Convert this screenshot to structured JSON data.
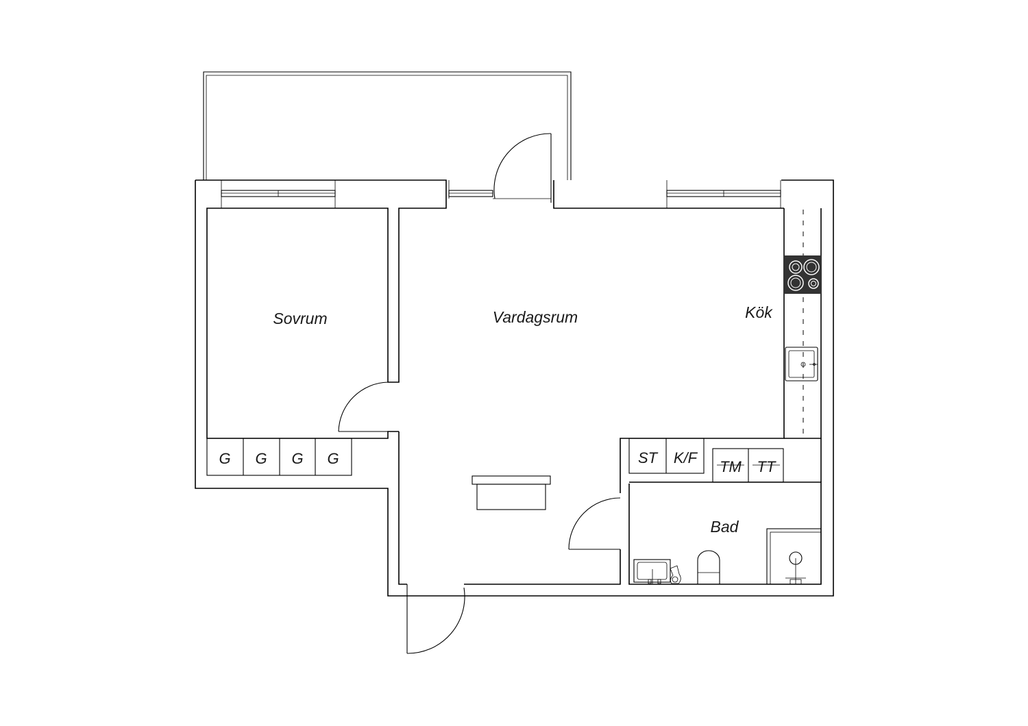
{
  "rooms": {
    "bedroom": "Sovrum",
    "living_room": "Vardagsrum",
    "kitchen": "Kök",
    "bathroom": "Bad"
  },
  "closets": [
    "G",
    "G",
    "G",
    "G"
  ],
  "appliances": {
    "storage": "ST",
    "fridge_freezer": "K/F",
    "washing_machine": "TM",
    "dryer": "TT"
  },
  "icons": {
    "stove": "stove-icon",
    "kitchen_sink": "kitchen-sink-icon",
    "washbasin": "washbasin-icon",
    "toilet": "toilet-icon",
    "shower": "shower-icon"
  },
  "colors": {
    "line": "#000000",
    "background": "#ffffff",
    "stove_fill": "#333333"
  }
}
